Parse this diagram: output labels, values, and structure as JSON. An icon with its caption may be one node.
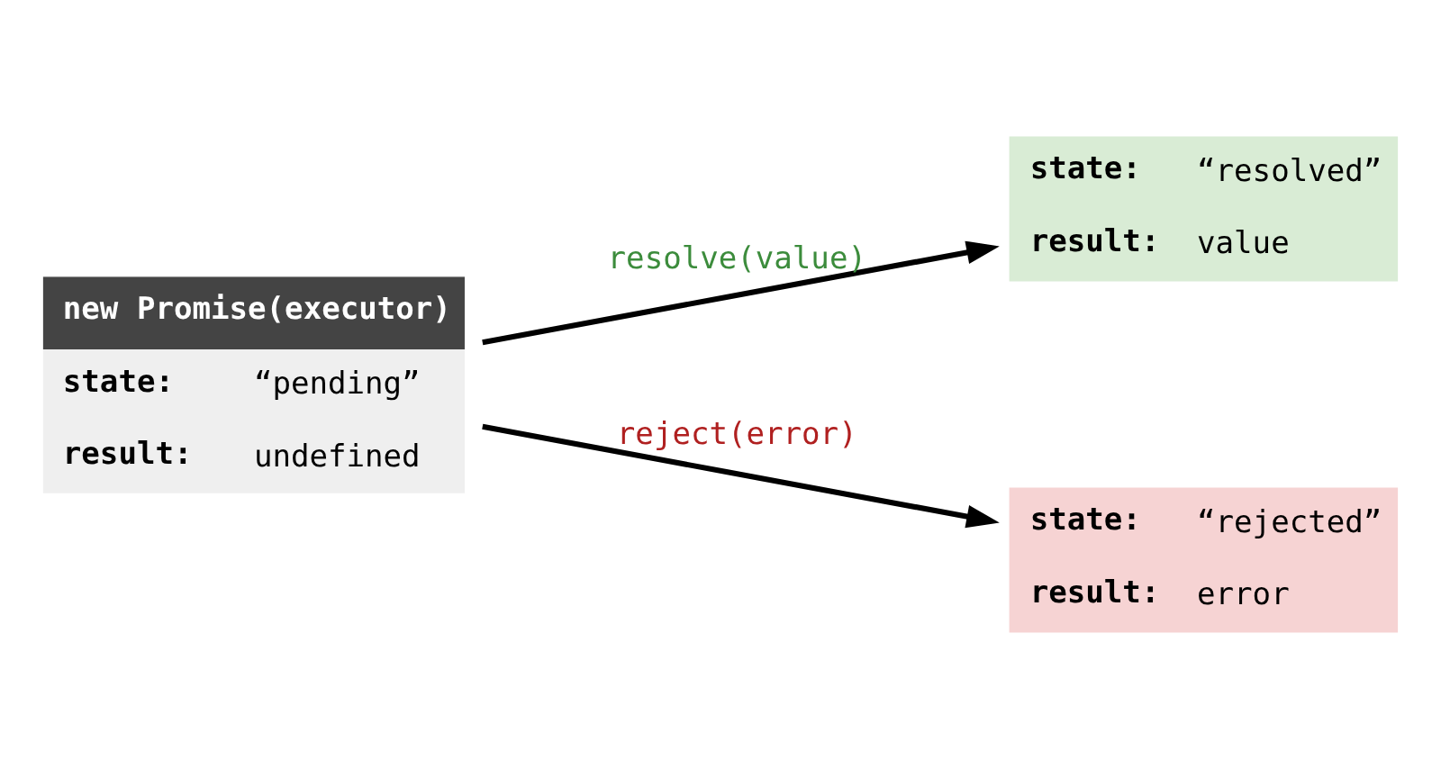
{
  "diagram": {
    "nodes": [
      {
        "text": [
          "new Promise(executor)",
          "state:",
          "“pending”",
          "result:",
          "undefined"
        ]
      },
      {
        "text": [
          "state:",
          "“resolved”",
          "result:",
          "value"
        ]
      },
      {
        "text": [
          "state:",
          "“rejected”",
          "result:",
          "error"
        ]
      }
    ],
    "edges": [
      {
        "from": 0,
        "to": 1,
        "arrow": "to",
        "label": "resolve(value)"
      },
      {
        "from": 0,
        "to": 2,
        "arrow": "to",
        "label": "reject(error)"
      }
    ]
  }
}
